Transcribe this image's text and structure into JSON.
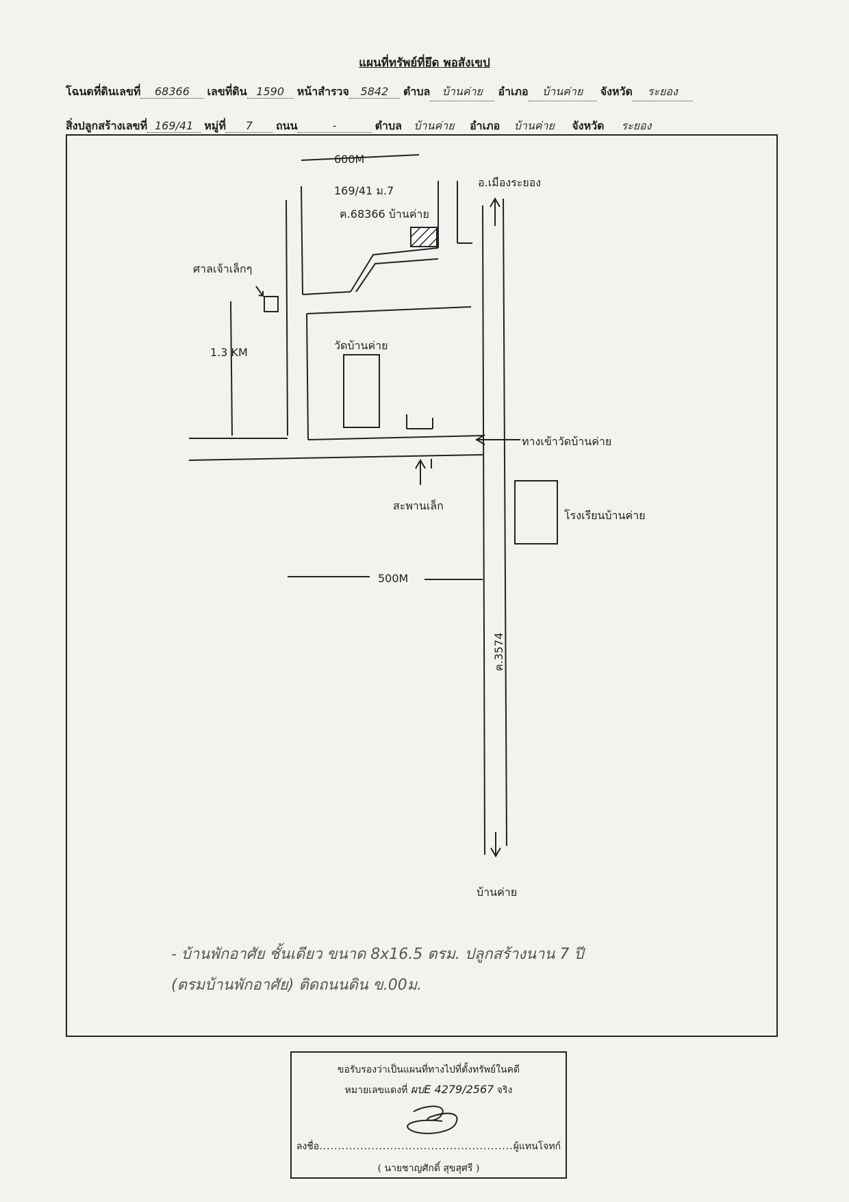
{
  "title": "แผนที่ทรัพย์ที่ยึด พอสังเขป",
  "land": {
    "deed_label": "โฉนดที่ดินเลขที่",
    "deed_no": "68366",
    "land_no_label": "เลขที่ดิน",
    "land_no": "1590",
    "survey_label": "หน้าสำรวจ",
    "survey_no": "5842",
    "tambon_label": "ตำบล",
    "tambon": "บ้านค่าย",
    "amphoe_label": "อำเภอ",
    "amphoe": "บ้านค่าย",
    "province_label": "จังหวัด",
    "province": "ระยอง"
  },
  "building": {
    "no_label": "สิ่งปลูกสร้างเลขที่",
    "no": "169/41",
    "moo_label": "หมู่ที่",
    "moo": "7",
    "road_label": "ถนน",
    "road": "-",
    "tambon_label": "ตำบล",
    "tambon": "บ้านค่าย",
    "amphoe_label": "อำเภอ",
    "amphoe": "บ้านค่าย",
    "province_label": "จังหวัด",
    "province": "ระยอง"
  },
  "map": {
    "dist_600": "600M",
    "property_line1": "169/41 ม.7",
    "property_line2": "ฅ.68366 บ้านค่าย",
    "to_rayong": "อ.เมืองระยอง",
    "shrine": "ศาลเจ้าเล็กๆ",
    "dist_13": "1.3 KM",
    "temple": "วัดบ้านค่าย",
    "temple_entrance": "ทางเข้าวัดบ้านค่าย",
    "bridge": "สะพานเล็ก",
    "school": "โรงเรียนบ้านค่าย",
    "dist_500": "500M",
    "road_no": "ฅ.3574",
    "to_bankhai": "บ้านค่าย"
  },
  "note": {
    "line1": "- บ้านพักอาศัย ชั้นเดียว ขนาด 8x16.5 ตรม. ปลูกสร้างนาน 7 ปี",
    "line2": "(ตรมบ้านพักอาศัย) ติดถนนดิน ข.00ม."
  },
  "certificate": {
    "line1": "ขอรับรองว่าเป็นแผนที่ทางไปที่ตั้งทรัพย์ในคดี",
    "case_label": "หมายเลขแดงที่",
    "case_no": "ผบE 4279/2567",
    "true_label": "จริง",
    "sign_label": "ลงชื่อ",
    "role": "ผู้แทนโจทก์",
    "name": "( นายชาญศักดิ์ สุขสุศรี )"
  }
}
